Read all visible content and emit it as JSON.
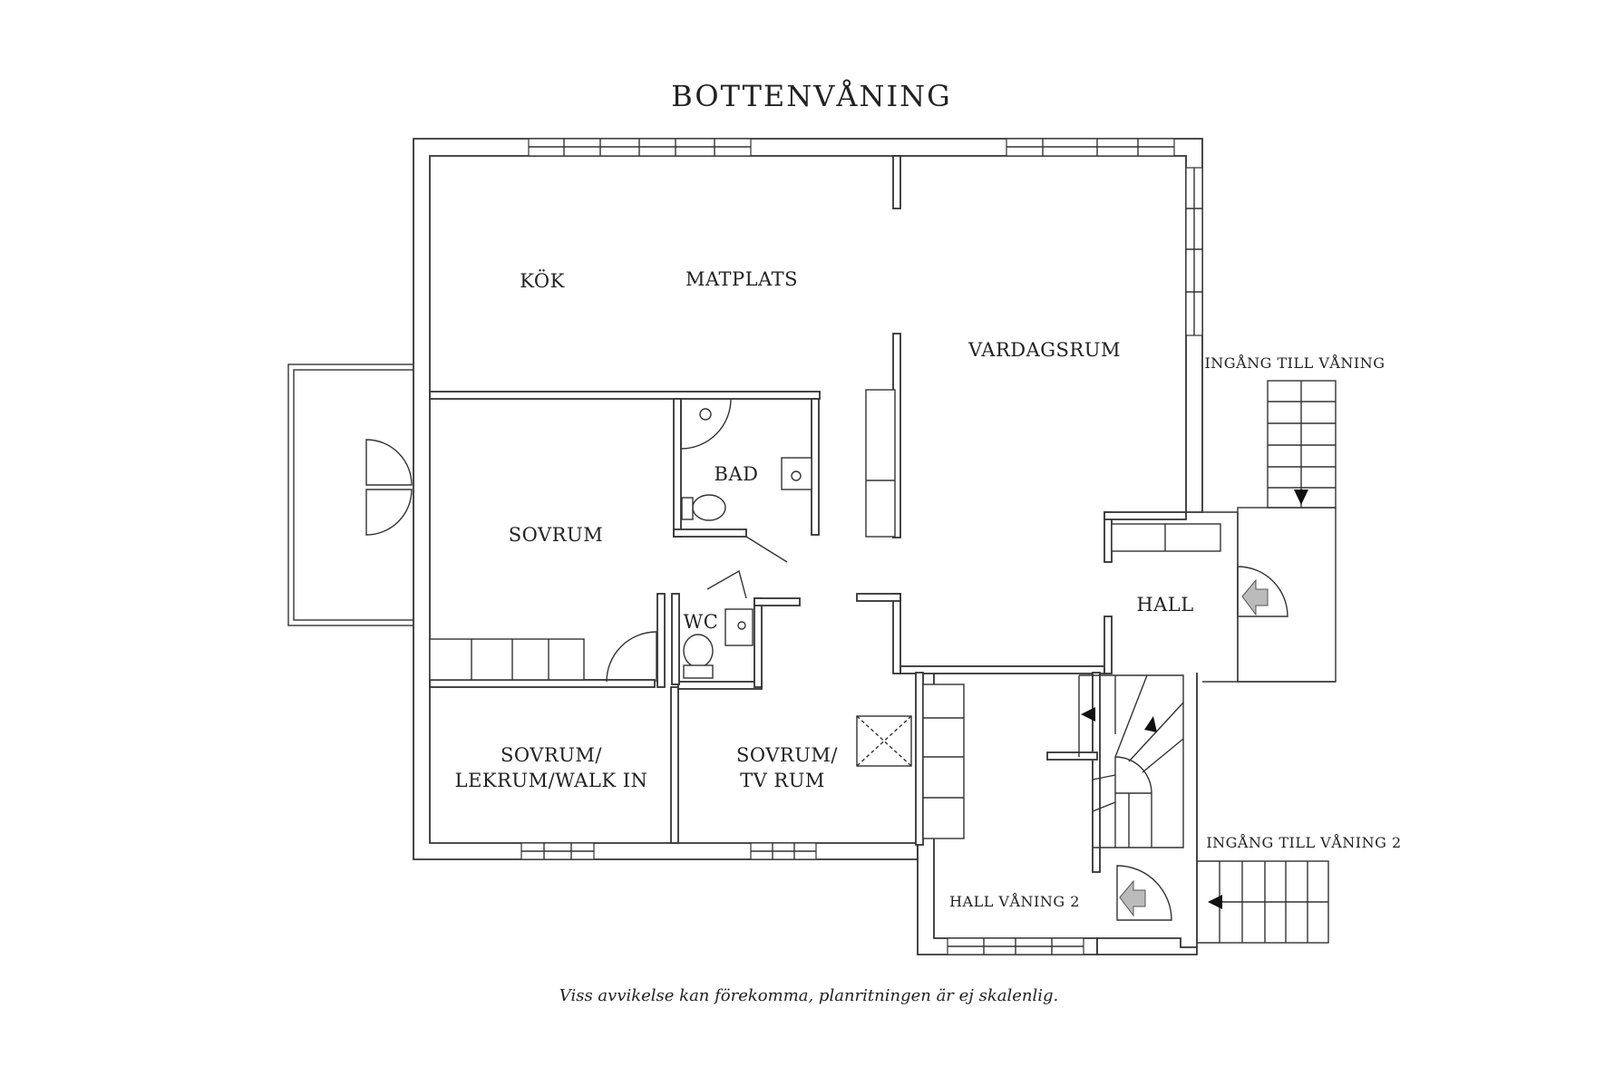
{
  "title": "BOTTENVÅNING",
  "rooms": {
    "kok": "KÖK",
    "matplats": "MATPLATS",
    "vardagsrum": "VARDAGSRUM",
    "bad": "BAD",
    "sovrum": "SOVRUM",
    "wc": "WC",
    "hall": "HALL",
    "sovrum_lekrum_line1": "SOVRUM/",
    "sovrum_lekrum_line2": "LEKRUM/WALK IN",
    "sovrum_tv_line1": "SOVRUM/",
    "sovrum_tv_line2": "TV RUM",
    "hall_vaning_2": "HALL VÅNING 2"
  },
  "entrances": {
    "ingang_till_vaning": "INGÅNG TILL VÅNING",
    "ingang_till_vaning_2": "INGÅNG TILL VÅNING 2"
  },
  "disclaimer": "Viss avvikelse kan förekomma, planritningen är ej skalenlig."
}
